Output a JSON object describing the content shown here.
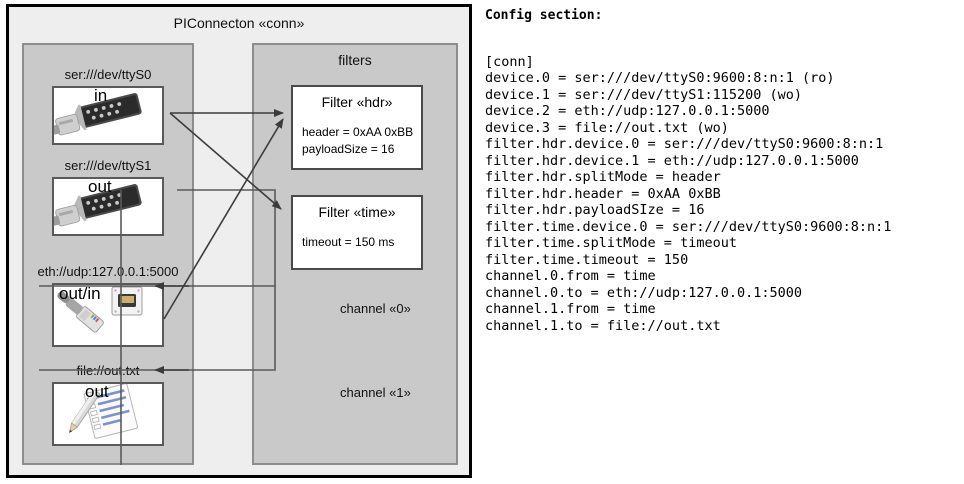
{
  "diagram": {
    "title": "PIConnecton «conn»",
    "devices_panel": {
      "nodes": [
        {
          "label": "ser:///dev/ttyS0",
          "io": "in",
          "icon": "serial-port-icon"
        },
        {
          "label": "ser:///dev/ttyS1",
          "io": "out",
          "icon": "serial-port-icon"
        },
        {
          "label": "eth://udp:127.0.0.1:5000",
          "io": "out/in",
          "icon": "network-jack-icon"
        },
        {
          "label": "file://out.txt",
          "io": "out",
          "icon": "document-pencil-icon"
        }
      ]
    },
    "filters_panel": {
      "title": "filters",
      "filters": [
        {
          "title": "Filter «hdr»",
          "attrs": [
            "header = 0xAA 0xBB",
            "payloadSize = 16"
          ]
        },
        {
          "title": "Filter «time»",
          "attrs": [
            "timeout = 150 ms"
          ]
        }
      ],
      "channels": [
        {
          "label": "channel «0»"
        },
        {
          "label": "channel «1»"
        }
      ]
    }
  },
  "config": {
    "heading": "Config section:",
    "lines": "[conn]\ndevice.0 = ser:///dev/ttyS0:9600:8:n:1 (ro)\ndevice.1 = ser:///dev/ttyS1:115200 (wo)\ndevice.2 = eth://udp:127.0.0.1:5000\ndevice.3 = file://out.txt (wo)\nfilter.hdr.device.0 = ser:///dev/ttyS0:9600:8:n:1\nfilter.hdr.device.1 = eth://udp:127.0.0.1:5000\nfilter.hdr.splitMode = header\nfilter.hdr.header = 0xAA 0xBB\nfilter.hdr.payloadSIze = 16\nfilter.time.device.0 = ser:///dev/ttyS0:9600:8:n:1\nfilter.time.splitMode = timeout\nfilter.time.timeout = 150\nchannel.0.from = time\nchannel.0.to = eth://udp:127.0.0.1:5000\nchannel.1.from = time\nchannel.1.to = file://out.txt"
  },
  "colors": {
    "frame_border": "#000000",
    "frame_fill": "#eeeeee",
    "panel_fill": "#c9c9c9",
    "panel_border": "#8d8d8d",
    "node_fill": "#ffffff",
    "node_border": "#5a5a5a",
    "connector": "#3c3c3c"
  }
}
